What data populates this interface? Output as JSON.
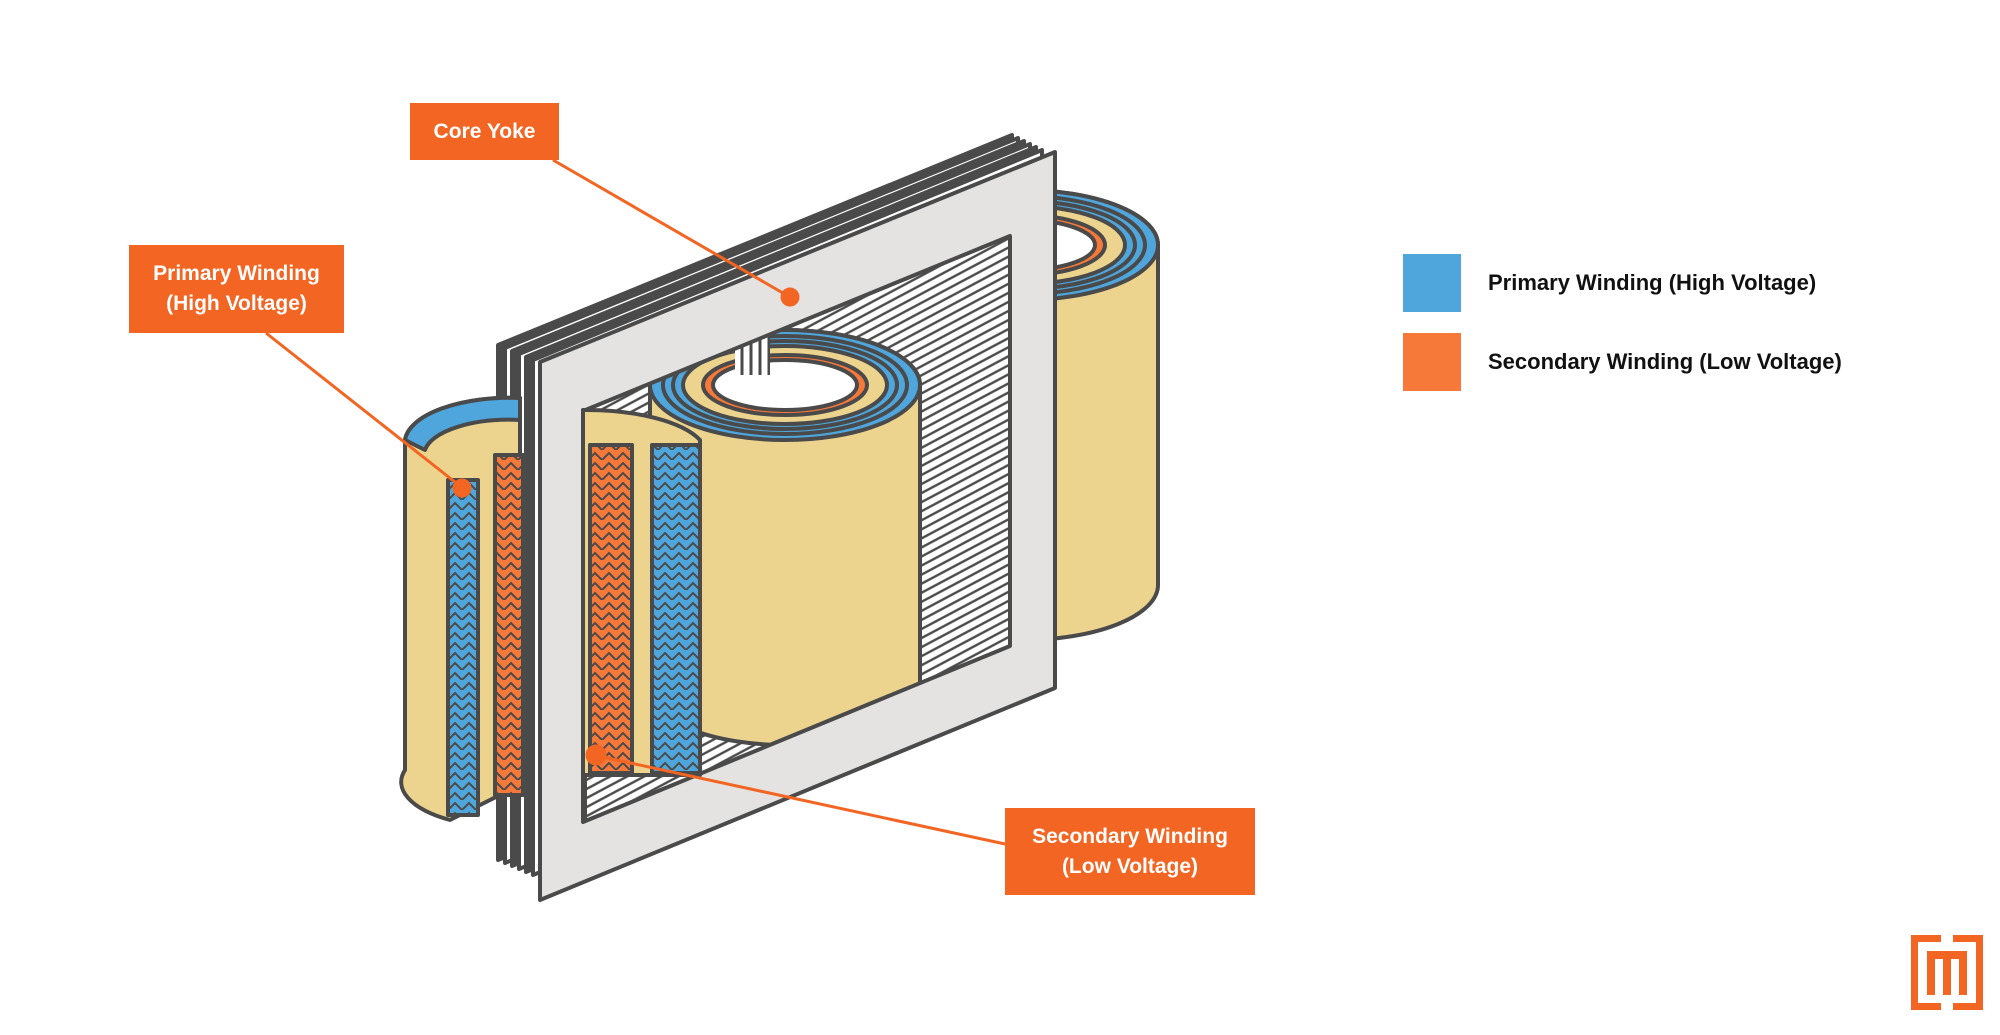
{
  "title": "Transformer core and windings diagram",
  "colors": {
    "accent": "#f26522",
    "primary_winding": "#4fa6dc",
    "secondary_winding": "#f6793a",
    "insulation": "#ecd48e",
    "core": "#e4e3e2",
    "outline": "#4a4a4a"
  },
  "callouts": {
    "core_yoke": {
      "line1": "Core Yoke"
    },
    "primary": {
      "line1": "Primary Winding",
      "line2": "(High Voltage)"
    },
    "secondary": {
      "line1": "Secondary Winding",
      "line2": "(Low Voltage)"
    }
  },
  "legend": {
    "items": [
      {
        "label": "Primary Winding (High Voltage)",
        "color": "#4fa6dc"
      },
      {
        "label": "Secondary Winding (Low Voltage)",
        "color": "#f6793a"
      }
    ]
  },
  "logo": {
    "icon": "brand-m-logo-icon"
  }
}
